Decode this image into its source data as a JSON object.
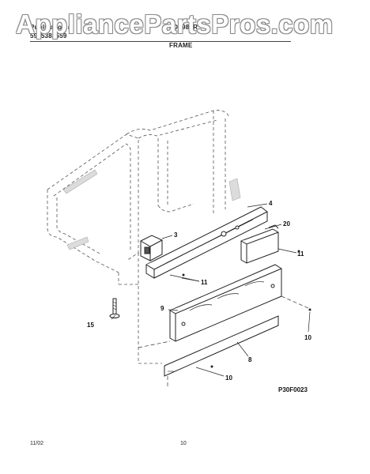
{
  "header": {
    "publication_label": "Publication #",
    "publication_number": "5995381559",
    "model": "FDL985R",
    "section_title": "FRAME"
  },
  "watermark": {
    "text": "AppliancePartsPros.com"
  },
  "callouts": [
    "4",
    "3",
    "20",
    "11",
    "11",
    "9",
    "15",
    "8",
    "10",
    "10"
  ],
  "figure_code": "P30F0023",
  "footer": {
    "date": "11/02",
    "page": "10"
  },
  "colors": {
    "line": "#222222",
    "watermark_outline": "#8a8a8a"
  }
}
